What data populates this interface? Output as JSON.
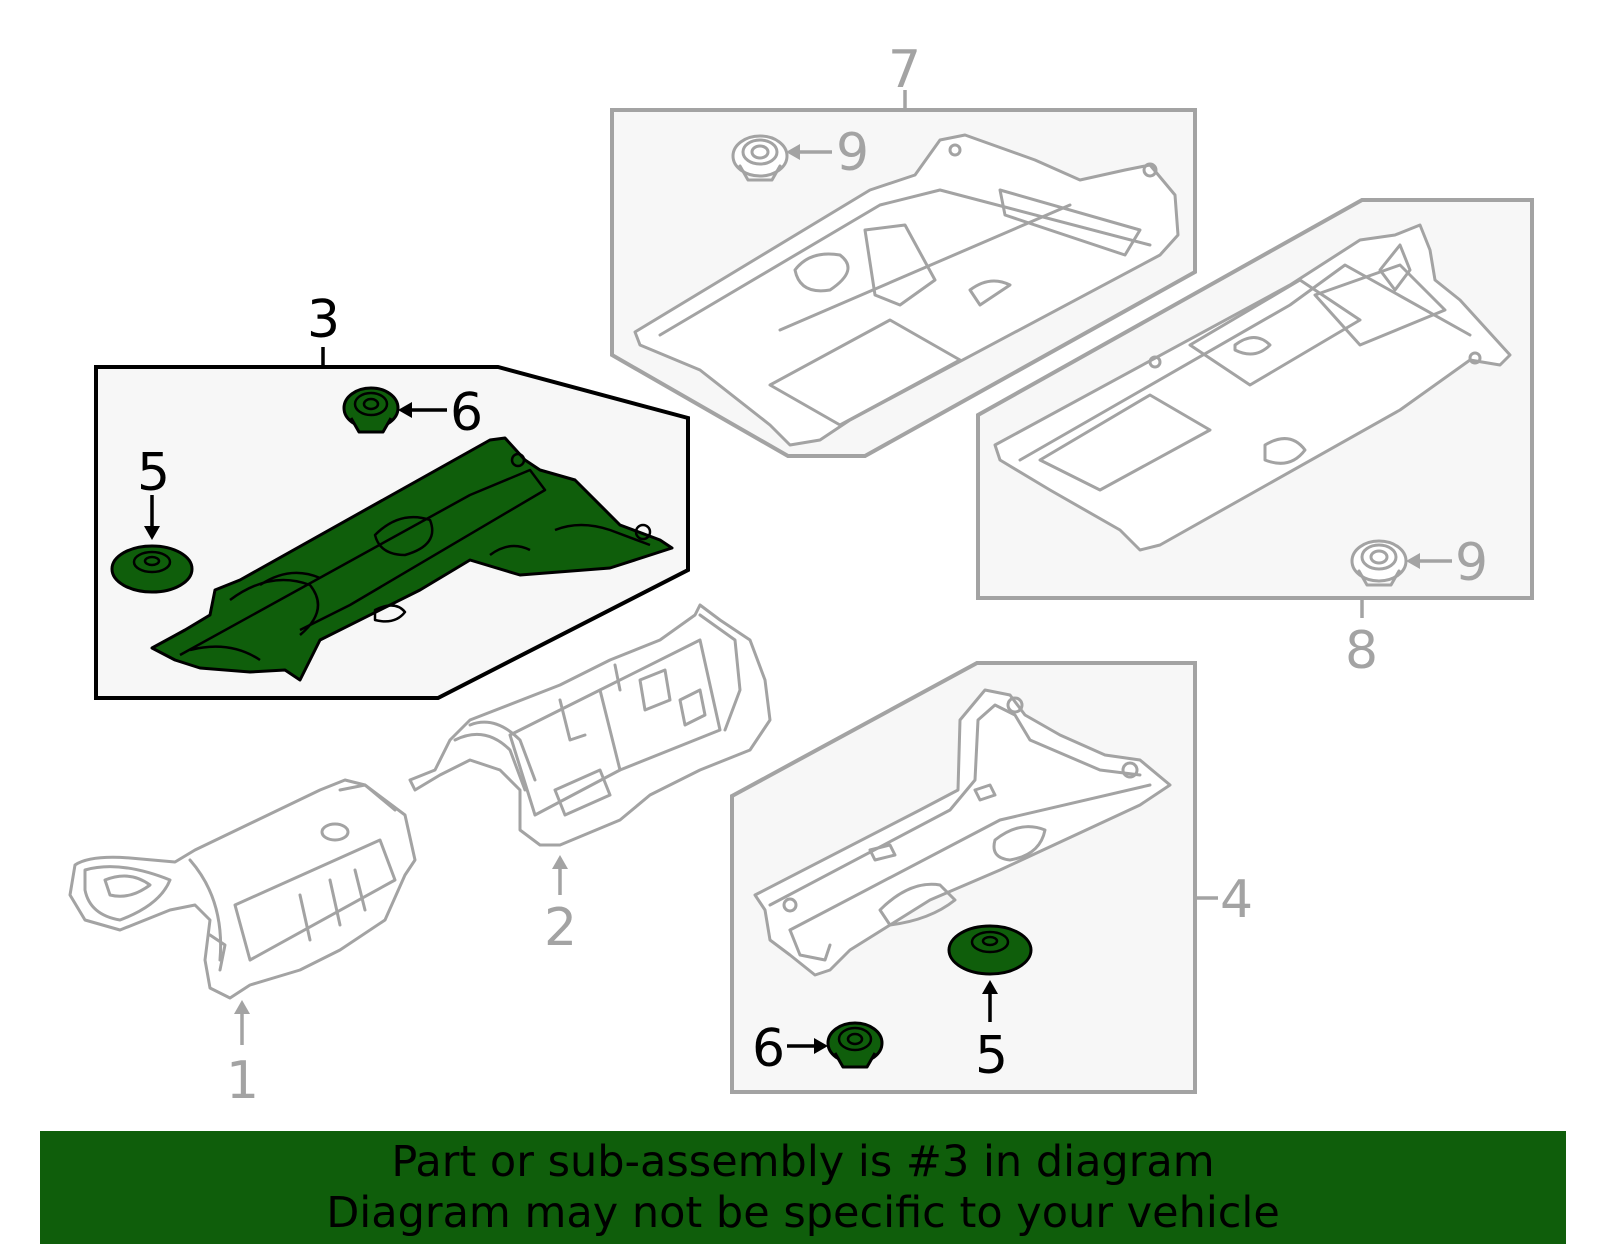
{
  "callouts": {
    "c1": "1",
    "c2": "2",
    "c3": "3",
    "c4": "4",
    "c5a": "5",
    "c5b": "5",
    "c6a": "6",
    "c6b": "6",
    "c7": "7",
    "c8": "8",
    "c9a": "9",
    "c9b": "9"
  },
  "banner": {
    "line1": "Part or sub-assembly is #3 in diagram",
    "line2": "Diagram may not be specific to your vehicle"
  },
  "colors": {
    "highlight": "#0f5e0b",
    "outline_gray": "#a3a3a3",
    "box_fill": "#f7f7f7"
  }
}
